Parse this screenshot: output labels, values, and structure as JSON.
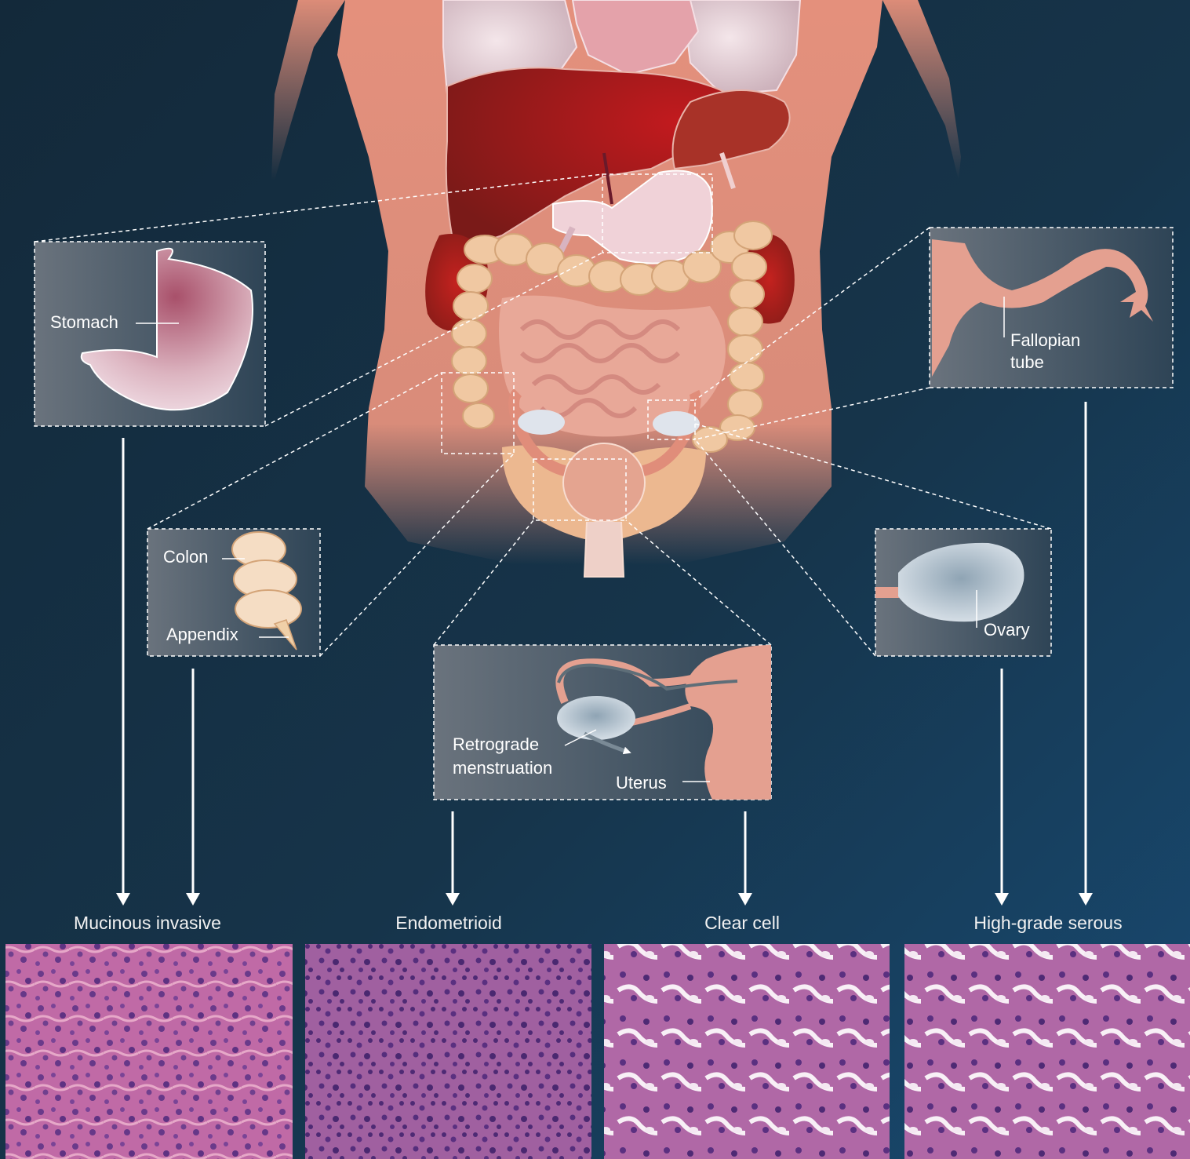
{
  "labels": {
    "stomach": "Stomach",
    "fallopian_line1": "Fallopian",
    "fallopian_line2": "tube",
    "colon": "Colon",
    "appendix": "Appendix",
    "ovary": "Ovary",
    "retrograde_line1": "Retrograde",
    "retrograde_line2": "menstruation",
    "uterus": "Uterus"
  },
  "histology_types": [
    "Mucinous invasive",
    "Endometrioid",
    "Clear cell",
    "High-grade serous"
  ],
  "colors": {
    "background": "#16344a",
    "skin": "#e4907c",
    "liver": "#9e1c1c",
    "colon": "#f0c8a2",
    "histology_pink": "#c070a8",
    "histology_purple": "#6a3a8a"
  }
}
